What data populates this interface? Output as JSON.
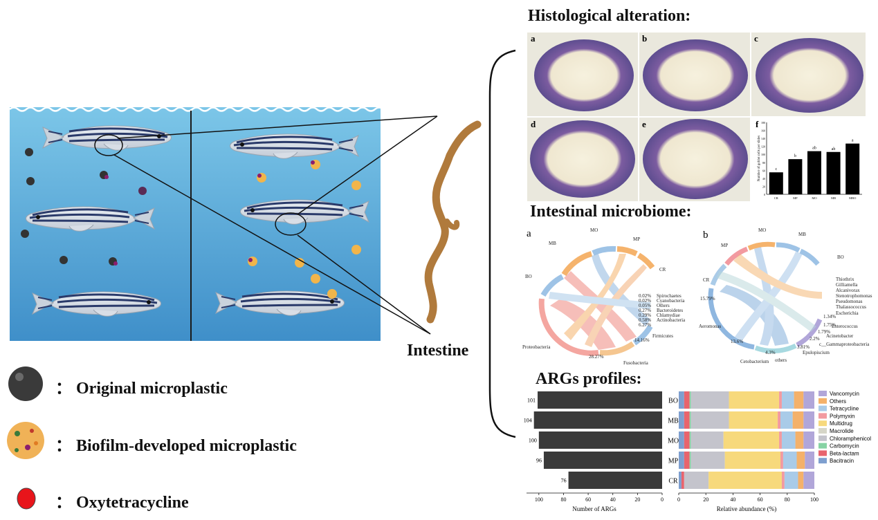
{
  "headings": {
    "histology": "Histological alteration:",
    "microbiome": "Intestinal microbiome:",
    "args": "ARGs profiles:",
    "intestine": "Intestine"
  },
  "legend": [
    {
      "icon": "original-microplastic-icon",
      "text": "： Original microplastic"
    },
    {
      "icon": "biofilm-microplastic-icon",
      "text": "： Biofilm-developed microplastic"
    },
    {
      "icon": "oxytetracycline-icon",
      "text": "： Oxytetracycline"
    }
  ],
  "histology_panels": [
    "a",
    "b",
    "c",
    "d",
    "e",
    "f"
  ],
  "goblet_chart": {
    "ylabel": "Number of goblet cells per slides",
    "categories": [
      "CR",
      "MP",
      "MO",
      "MB",
      "MBO"
    ],
    "values": [
      55,
      88,
      108,
      106,
      127
    ],
    "letters": [
      "c",
      "b",
      "ab",
      "ab",
      "a"
    ],
    "yticks": [
      "0",
      "20",
      "40",
      "60",
      "80",
      "100",
      "120",
      "140",
      "160",
      "180"
    ],
    "ylim": [
      0,
      180
    ]
  },
  "chord_a": {
    "letter": "a",
    "groups": [
      "MO",
      "MB",
      "MP",
      "CR",
      "BO"
    ],
    "taxa": [
      "Spirochaetes",
      "Cyanobacteria",
      "Others",
      "Bacteroidetes",
      "Chlamydiae",
      "Actinobacteria",
      "Firmicutes",
      "Fusobacteria",
      "Proteobacteria"
    ],
    "small_pcts": [
      "0.02%",
      "0.02%",
      "0.05%",
      "0.27%",
      "0.29%",
      "0.58%",
      "6.27%"
    ],
    "big_pcts": [
      "14.16%",
      "28.27%"
    ]
  },
  "chord_b": {
    "letter": "b",
    "groups": [
      "MO",
      "MB",
      "MP",
      "BO",
      "CR"
    ],
    "taxa": [
      "Thiothrix",
      "Gilliamella",
      "Alcanivorax",
      "Stenotrophomonas",
      "Pseudomonas",
      "Thalassococcus",
      "Escherichia",
      "Enterococcus",
      "Acinetobacter",
      "c__Gammaproteobacteria",
      "Epulopiscium",
      "others",
      "Cetobacterium",
      "Aeromonas"
    ],
    "pcts": [
      "15.79%",
      "13.6%",
      "1.34%",
      "1.75%",
      "1.79%",
      "2.2%",
      "3.81%",
      "4.3%"
    ]
  },
  "args": {
    "categories": [
      "BO",
      "MB",
      "MO",
      "MP",
      "CR"
    ],
    "counts": [
      101,
      104,
      100,
      96,
      76
    ],
    "count_xlabel": "Number of ARGs",
    "count_ticks": [
      "100",
      "80",
      "60",
      "40",
      "20",
      "0"
    ],
    "abund_xlabel": "Relative abundance (%)",
    "abund_ticks": [
      "0",
      "20",
      "40",
      "60",
      "80",
      "100"
    ],
    "classes": [
      "Bacitracin",
      "Beta-lactam",
      "Carbomycin",
      "Chloramphenicol",
      "Macrolide",
      "Multidrug",
      "Polymyxin",
      "Tetracycline",
      "Others",
      "Vancomycin"
    ],
    "class_colors": [
      "#7e9fcf",
      "#e8646d",
      "#86d3a4",
      "#c4c4cc",
      "#d6d6c8",
      "#f7d97c",
      "#f29aa0",
      "#a9cbe8",
      "#f4b16a",
      "#b1a6d9"
    ],
    "abundance": [
      [
        4,
        4,
        1,
        28,
        0,
        37,
        2,
        9,
        7,
        8
      ],
      [
        4,
        4,
        1,
        28,
        0,
        36,
        2,
        9,
        8,
        8
      ],
      [
        4,
        4,
        1,
        24,
        0,
        41,
        2,
        10,
        6,
        8
      ],
      [
        4,
        4,
        1,
        25,
        0,
        41,
        2,
        10,
        6,
        7
      ],
      [
        2,
        2,
        0,
        18,
        0,
        54,
        2,
        10,
        4,
        8
      ]
    ]
  },
  "colors": {
    "water_top": "#7cc6e8",
    "water_bottom": "#3f8fc9",
    "intestine": "#b07a3c",
    "bar": "#3a3a3a"
  }
}
